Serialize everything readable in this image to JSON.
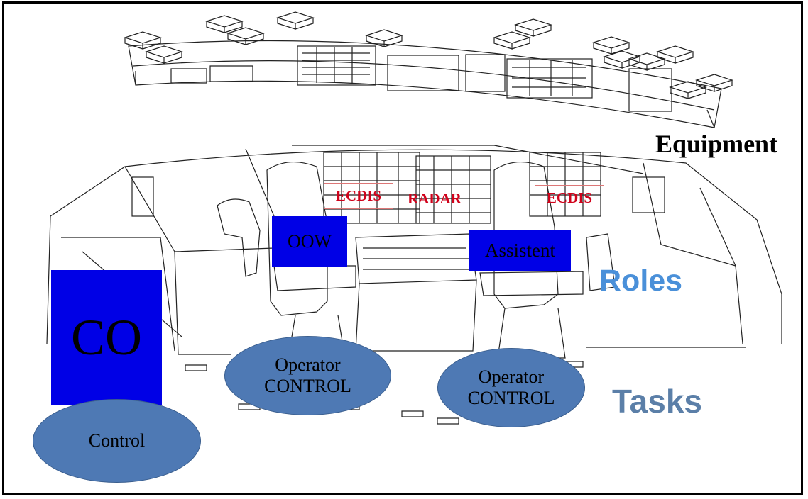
{
  "labels": {
    "equipment": "Equipment",
    "roles": "Roles",
    "tasks": "Tasks"
  },
  "screens": {
    "ecdis_left": "ECDIS",
    "radar": "RADAR",
    "ecdis_right": "ECDIS"
  },
  "roles": {
    "co": "CO",
    "oow": "OOW",
    "assistant": "Assistent"
  },
  "tasks": {
    "operator_control_1": {
      "line1": "Operator",
      "line2": "CONTROL"
    },
    "operator_control_2": {
      "line1": "Operator",
      "line2": "CONTROL"
    },
    "control": "Control"
  },
  "colors": {
    "role_box": "#0000e6",
    "task_ellipse": "#4e79b4",
    "roles_label": "#4a90d9",
    "tasks_label": "#5b7fa8",
    "screen_label": "#d0021b"
  }
}
